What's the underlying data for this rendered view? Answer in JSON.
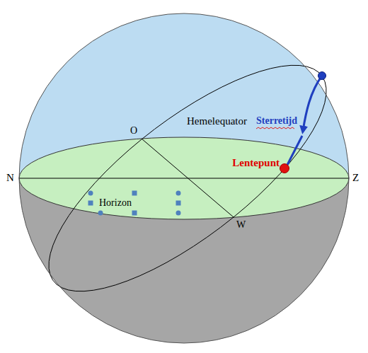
{
  "diagram": {
    "labels": [
      "Hemelequator",
      "O",
      "Sterretijd",
      "Lentepunt",
      "N",
      "Z",
      "Horizon",
      "W"
    ]
  }
}
